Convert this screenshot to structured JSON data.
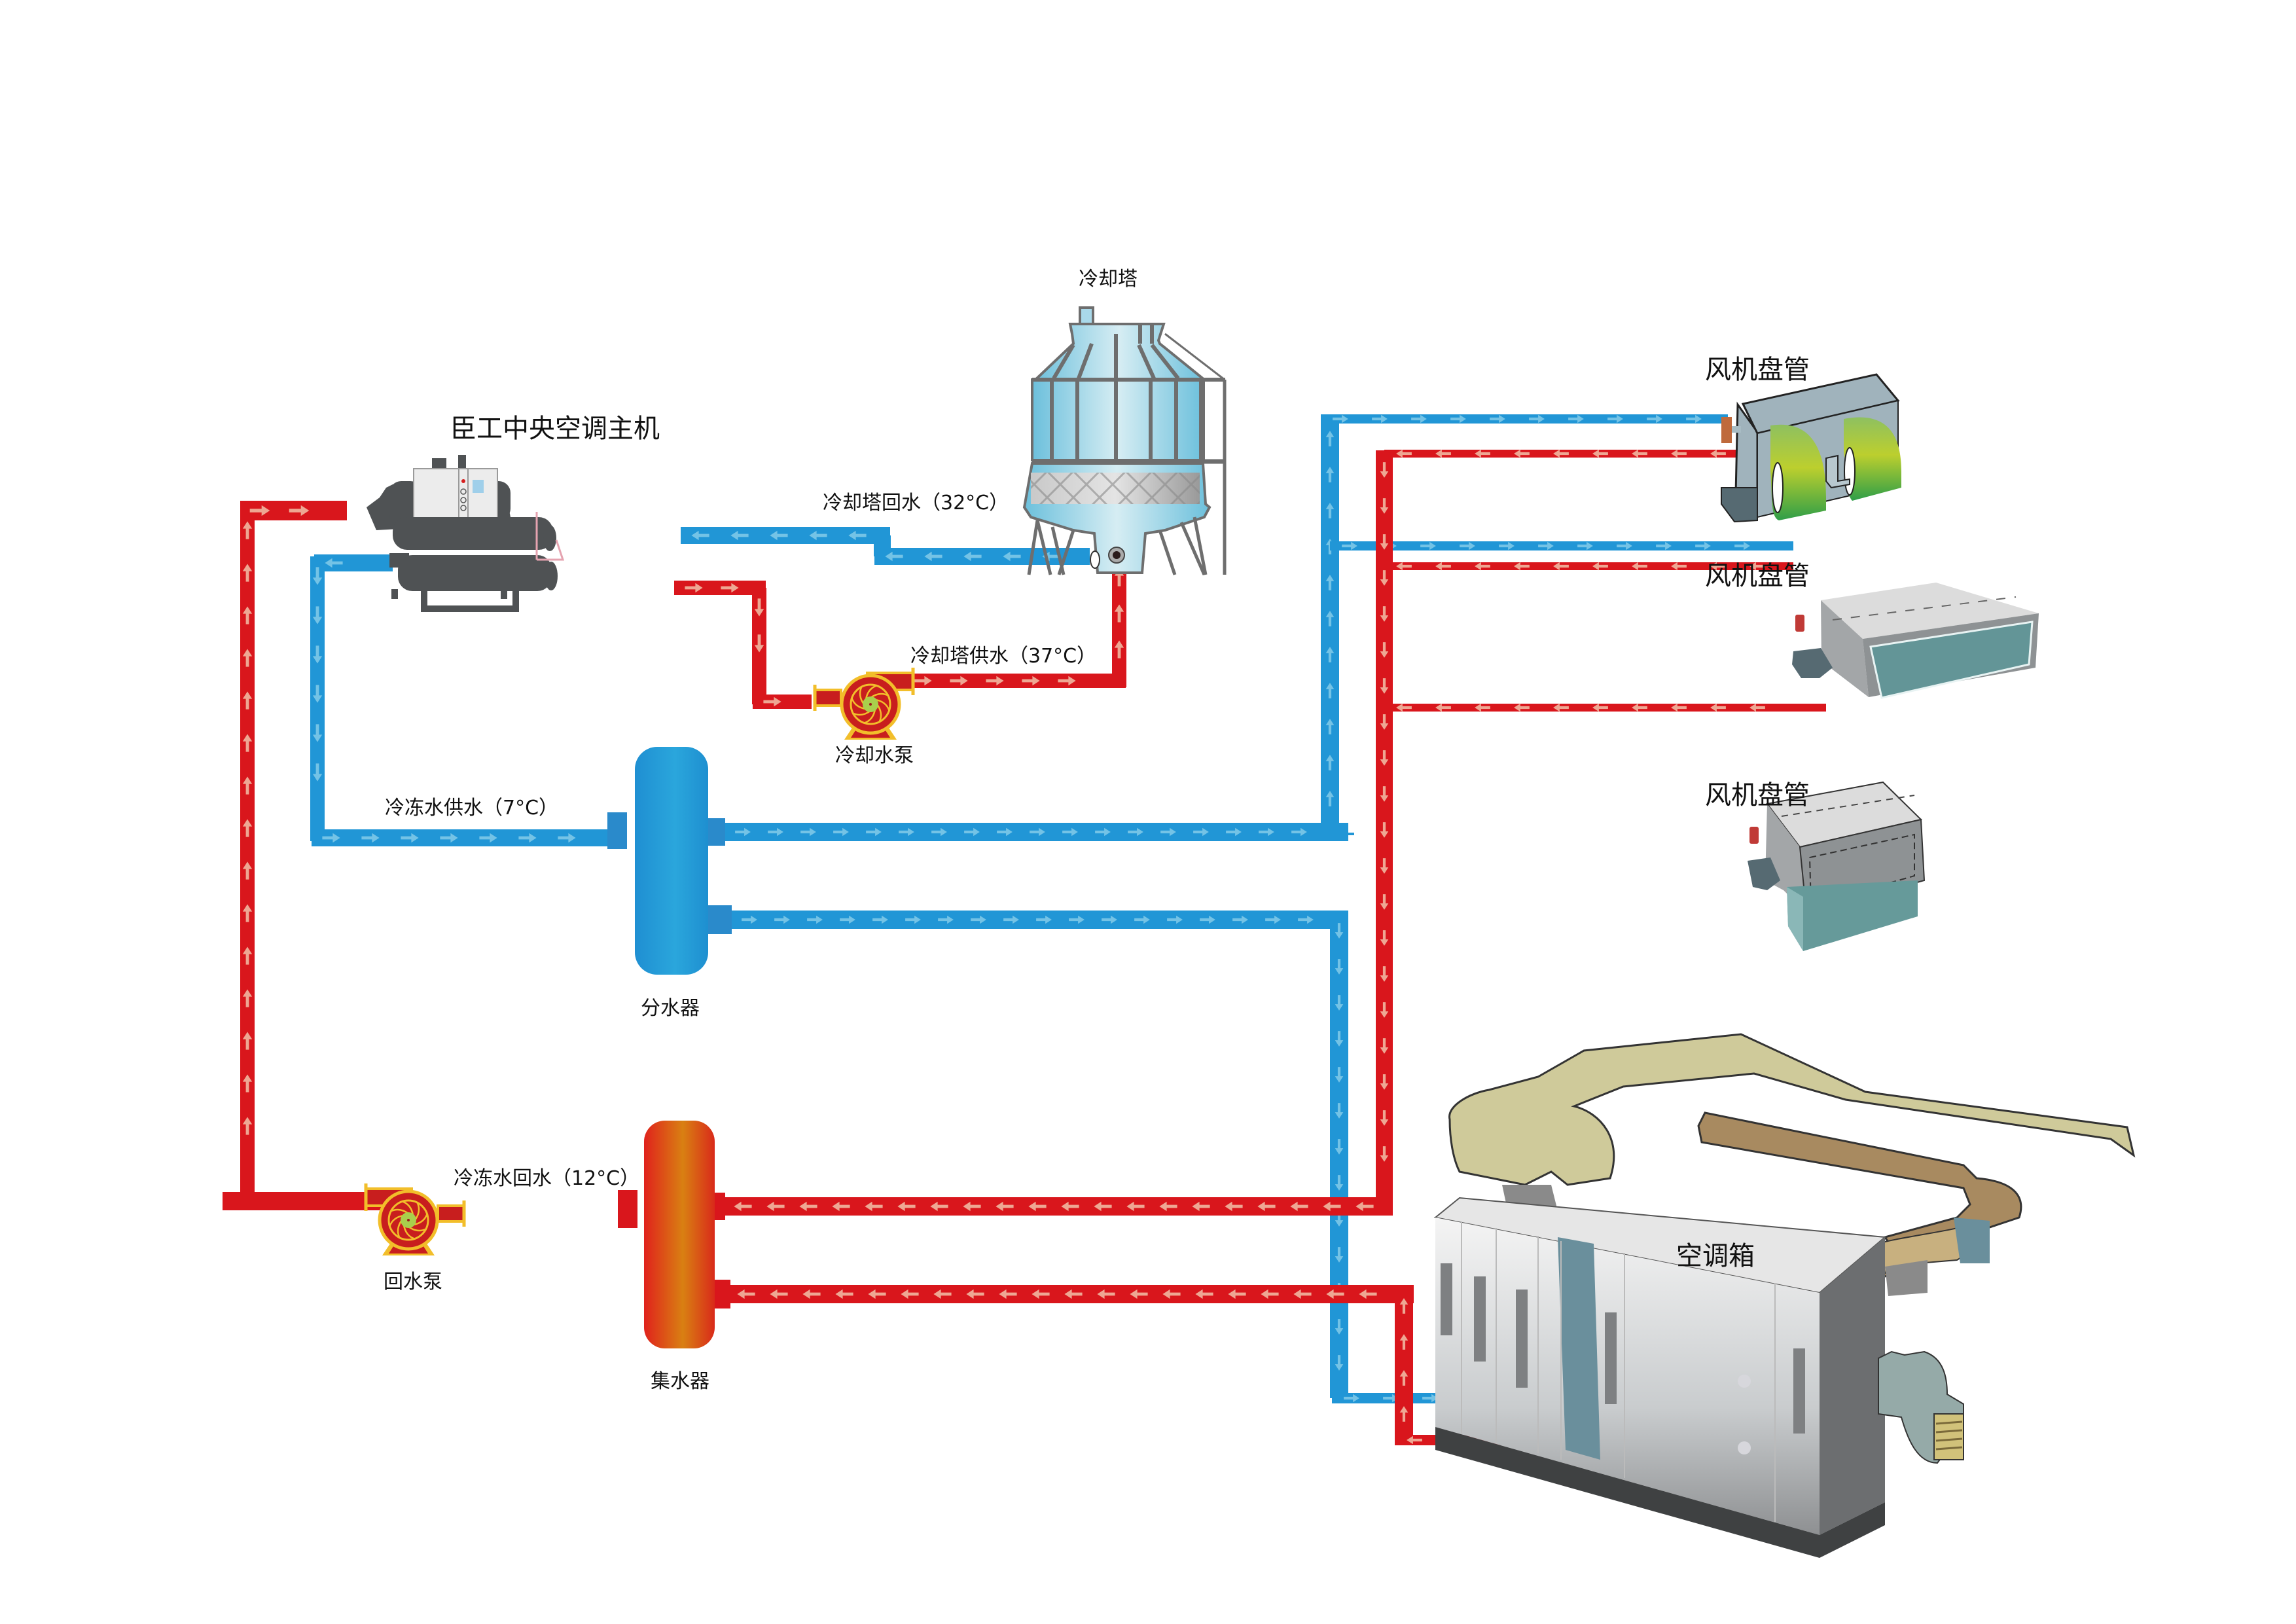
{
  "diagram": {
    "title_components": {
      "chiller": "臣工中央空调主机",
      "cooling_tower": "冷却塔",
      "cooling_pump": "冷却水泵",
      "return_pump": "回水泵",
      "distributor": "分水器",
      "collector": "集水器",
      "fan_coil_1": "风机盘管",
      "fan_coil_2": "风机盘管",
      "fan_coil_3": "风机盘管",
      "ahu": "空调箱"
    },
    "pipe_labels": {
      "tower_return": "冷却塔回水（32°C）",
      "tower_supply": "冷却塔供水（37°C）",
      "chilled_supply": "冷冻水供水（7°C）",
      "chilled_return": "冷冻水回水（12°C）"
    },
    "temperatures": {
      "tower_return_c": 32,
      "tower_supply_c": 37,
      "chilled_supply_c": 7,
      "chilled_return_c": 12
    },
    "colors": {
      "chilled_pipe": "#2196d6",
      "warm_pipe": "#d9161c",
      "chilled_arrow": "#74c3e6",
      "warm_arrow": "#eea793",
      "pump_frame": "#f2be2a",
      "distributor": "#2a9ad8",
      "collector": "#e0651a",
      "tower_body": "#a9d9ea",
      "chiller_body": "#4f5254",
      "duct_supply": "#cfca9a",
      "duct_return": "#a88a60"
    }
  }
}
